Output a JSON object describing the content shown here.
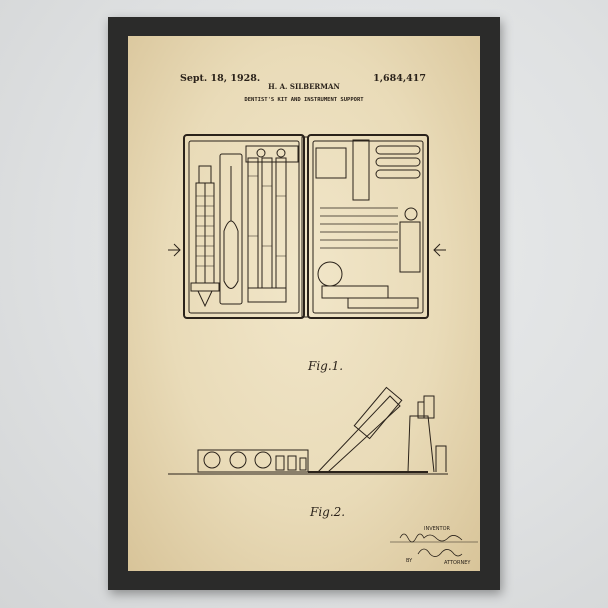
{
  "patent": {
    "date": "Sept. 18, 1928.",
    "inventor_name": "H. A. SILBERMAN",
    "patent_number": "1,684,417",
    "title": "DENTIST'S KIT AND INSTRUMENT SUPPORT",
    "fig1_label": "Fig.1.",
    "fig2_label": "Fig.2.",
    "inventor_label": "INVENTOR",
    "by_label": "BY",
    "attorney_label": "ATTORNEY",
    "inventor_signature": "Harry A. Silberman",
    "attorney_signature": "J. Bauche"
  },
  "colors": {
    "frame": "#2b2b2a",
    "paper": "#ecdfbf",
    "ink": "#2a221a",
    "wall": "#e3e5e6"
  }
}
